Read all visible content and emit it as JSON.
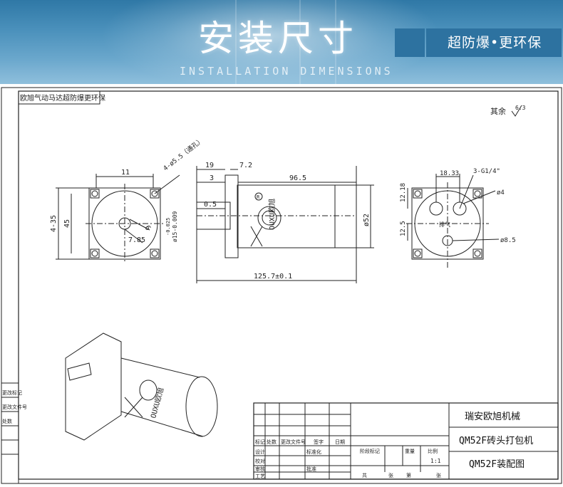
{
  "banner": {
    "title": "安装尺寸",
    "subtitle": "INSTALLATION DIMENSIONS",
    "tagline": "超防爆•更环保"
  },
  "drawing": {
    "corner_note": "欧旭气动马达超防爆更环保",
    "roughness_label": "其余",
    "roughness_value": "6.3",
    "front_view": {
      "dim_11": "11",
      "dim_holes": "4-ø5.5（通孔）",
      "dim_4_35": "4-35",
      "dim_45": "45",
      "dim_7_85": "7.85",
      "dim_6": "6"
    },
    "side_view": {
      "dim_19": "19",
      "dim_7_2": "7.2",
      "dim_3": "3",
      "dim_96_5": "96.5",
      "dim_0_5": "0.5",
      "dim_shaft": "ø15-0.009",
      "dim_shaft_tol": "-0.025",
      "dim_body": "ø52",
      "dim_total": "125.7±0.1",
      "brand_text": "OUXU欧旭",
      "registered": "R"
    },
    "back_view": {
      "dim_18_33": "18.33",
      "dim_ports": "3-G1/4\"",
      "dim_12_18": "12.18",
      "dim_phi4": "ø4",
      "dim_12_5": "12.5",
      "dim_phi8_5": "ø8.5",
      "exhaust_label": "排气"
    },
    "iso_view": {
      "brand_text": "OUXU欧旭"
    },
    "left_table": {
      "rows": [
        "更改标记",
        "更改文件号",
        "处数"
      ]
    },
    "title_block": {
      "company": "瑞安欧旭机械",
      "product": "QM52F砖头打包机",
      "drawing_name": "QM52F装配图",
      "header_cells": [
        "标记",
        "处数",
        "更改文件号",
        "签字",
        "日期"
      ],
      "role_rows": [
        "设计",
        "校对",
        "审核",
        "工艺"
      ],
      "role_extra": [
        "标准化",
        "批准"
      ],
      "stage_labels": [
        "阶段标记",
        "重量",
        "比例"
      ],
      "scale": "1:1",
      "sheet_labels": [
        "共",
        "张",
        "第",
        "张"
      ]
    }
  }
}
